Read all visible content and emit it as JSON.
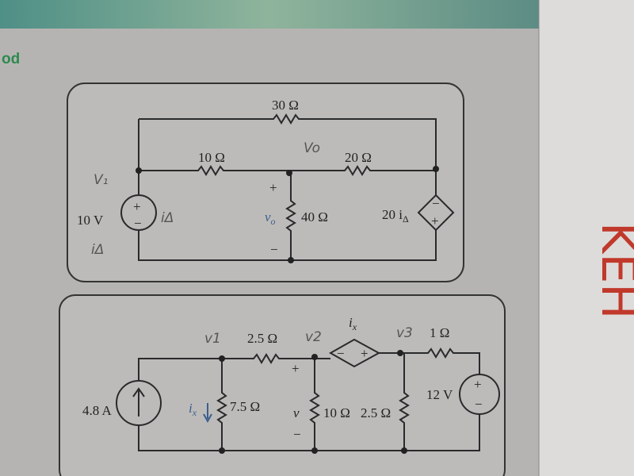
{
  "page": {
    "heading": "od",
    "accent": "#2e8a4f"
  },
  "circuit1": {
    "r_top": "30 Ω",
    "r_left": "10 Ω",
    "r_right": "20 Ω",
    "r_mid": "40 Ω",
    "source": "10 V",
    "dep_source": "20 i",
    "dep_sub": "Δ",
    "vo": "v",
    "vo_sub": "o",
    "plus": "+",
    "minus": "−",
    "notes": [
      "V₁",
      "Vo",
      "iΔ",
      "iΔ"
    ]
  },
  "circuit2": {
    "r_top": "2.5 Ω",
    "r_right_top": "1 Ω",
    "r1": "7.5 Ω",
    "r2": "10 Ω",
    "r3": "2.5 Ω",
    "isource": "4.8 A",
    "vsource": "12 V",
    "ix_dep": "i",
    "ix_sub": "x",
    "ix_branch": "i",
    "v": "v",
    "plus": "+",
    "minus": "−",
    "notes": [
      "v1",
      "v2",
      "v3"
    ]
  },
  "margin_note": "KEH"
}
